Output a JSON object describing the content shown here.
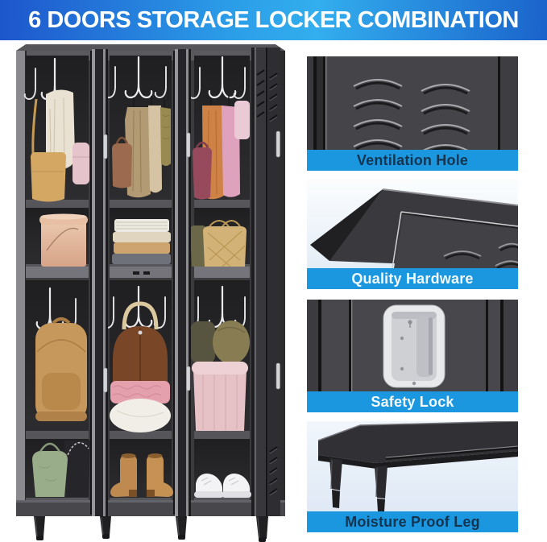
{
  "banner": {
    "title": "6 DOORS STORAGE LOCKER COMBINATION",
    "text_color": "#ffffff",
    "gradient": [
      "#1d56cc",
      "#2b9de8",
      "#1a63cb"
    ]
  },
  "label_bar_color": "#1a97df",
  "features": [
    {
      "label": "Ventilation Hole",
      "label_color": "#15344f",
      "image": "locker-door-vent-louvers"
    },
    {
      "label": "Quality Hardware",
      "label_color": "#f2f9ff",
      "image": "locker-top-corner"
    },
    {
      "label": "Safety Lock",
      "label_color": "#f2f9ff",
      "image": "recessed-metal-lock"
    },
    {
      "label": "Moisture Proof Leg",
      "label_color": "#15344f",
      "image": "locker-raised-legs"
    }
  ],
  "main_photo": {
    "alt": "Black metal 6-door storage locker with all doors open showing hanging clothes, handbags, a hat box, folded clothes, a backpack, blankets, baskets, boots and sneakers",
    "body_color": "#3b3b3e",
    "hook_color": "#ececee"
  }
}
